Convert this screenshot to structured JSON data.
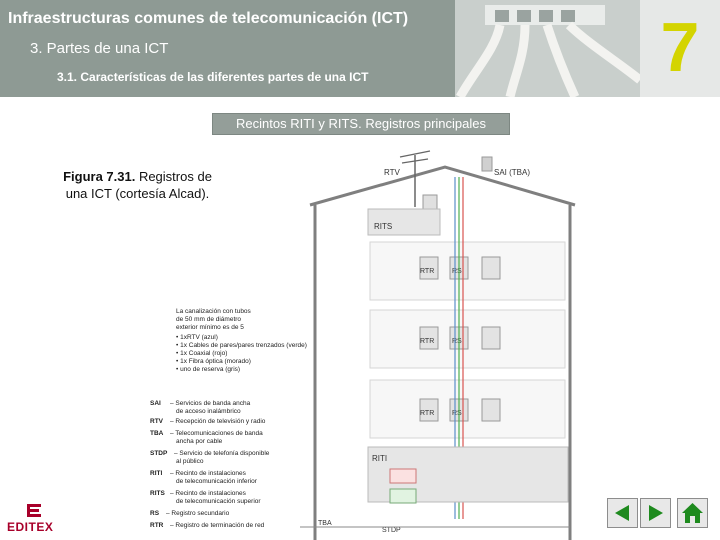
{
  "header": {
    "title": "Infraestructuras comunes de telecomunicación (ICT)",
    "section": "3.  Partes de una ICT",
    "subsection": "3.1. Características de las diferentes partes de una ICT",
    "chapter_number": "7"
  },
  "banner": "Recintos RITI y RITS. Registros principales",
  "caption": {
    "bold": "Figura 7.31.",
    "rest": " Registros de una ICT (cortesía Alcad)."
  },
  "figure": {
    "labels": {
      "rtv": "RTV",
      "sai_tba": "SAI (TBA)",
      "rits": "RITS",
      "riti": "RITI",
      "tba": "TBA",
      "stdp": "STDP",
      "rtr": "RTR",
      "rs": "RS",
      "rtr_top": "RTR",
      "rs_top": "RS"
    },
    "cable_note": [
      "La canalización con tubos",
      "de 50 mm de diámetro",
      "exterior mínimo es de 5",
      "• 1xRTV (azul)",
      "• 1x Cables de pares/pares trenzados (verde)",
      "• 1x Coaxial (rojo)",
      "• 1x Fibra óptica (morado)",
      "• uno de reserva (gris)"
    ],
    "legend": [
      {
        "key": "SAI",
        "text": "– Servicios de banda ancha"
      },
      {
        "key": "",
        "text": "de acceso inalámbrico"
      },
      {
        "key": "RTV",
        "text": "– Recepción de televisión y radio"
      },
      {
        "key": "TBA",
        "text": "– Telecomunicaciones de banda"
      },
      {
        "key": "",
        "text": "ancha por cable"
      },
      {
        "key": "STDP",
        "text": "– Servicio de telefonía disponible"
      },
      {
        "key": "",
        "text": "al público"
      },
      {
        "key": "RITI",
        "text": "– Recinto de instalaciones"
      },
      {
        "key": "",
        "text": "de telecomunicación inferior"
      },
      {
        "key": "RITS",
        "text": "– Recinto de instalaciones"
      },
      {
        "key": "",
        "text": "de telecomunicación superior"
      },
      {
        "key": "RS",
        "text": "– Registro secundario"
      },
      {
        "key": "RTR",
        "text": "– Registro de terminación de red"
      }
    ]
  },
  "footer": {
    "logo_text": "EDITEX",
    "nav": [
      "back-icon",
      "forward-icon",
      "home-icon"
    ]
  },
  "colors": {
    "header_bg": "#8e9a94",
    "chapter_number": "#d4d400",
    "banner_bg": "#949e99",
    "nav_arrow": "#1e8a1e",
    "logo": "#a8002a"
  }
}
